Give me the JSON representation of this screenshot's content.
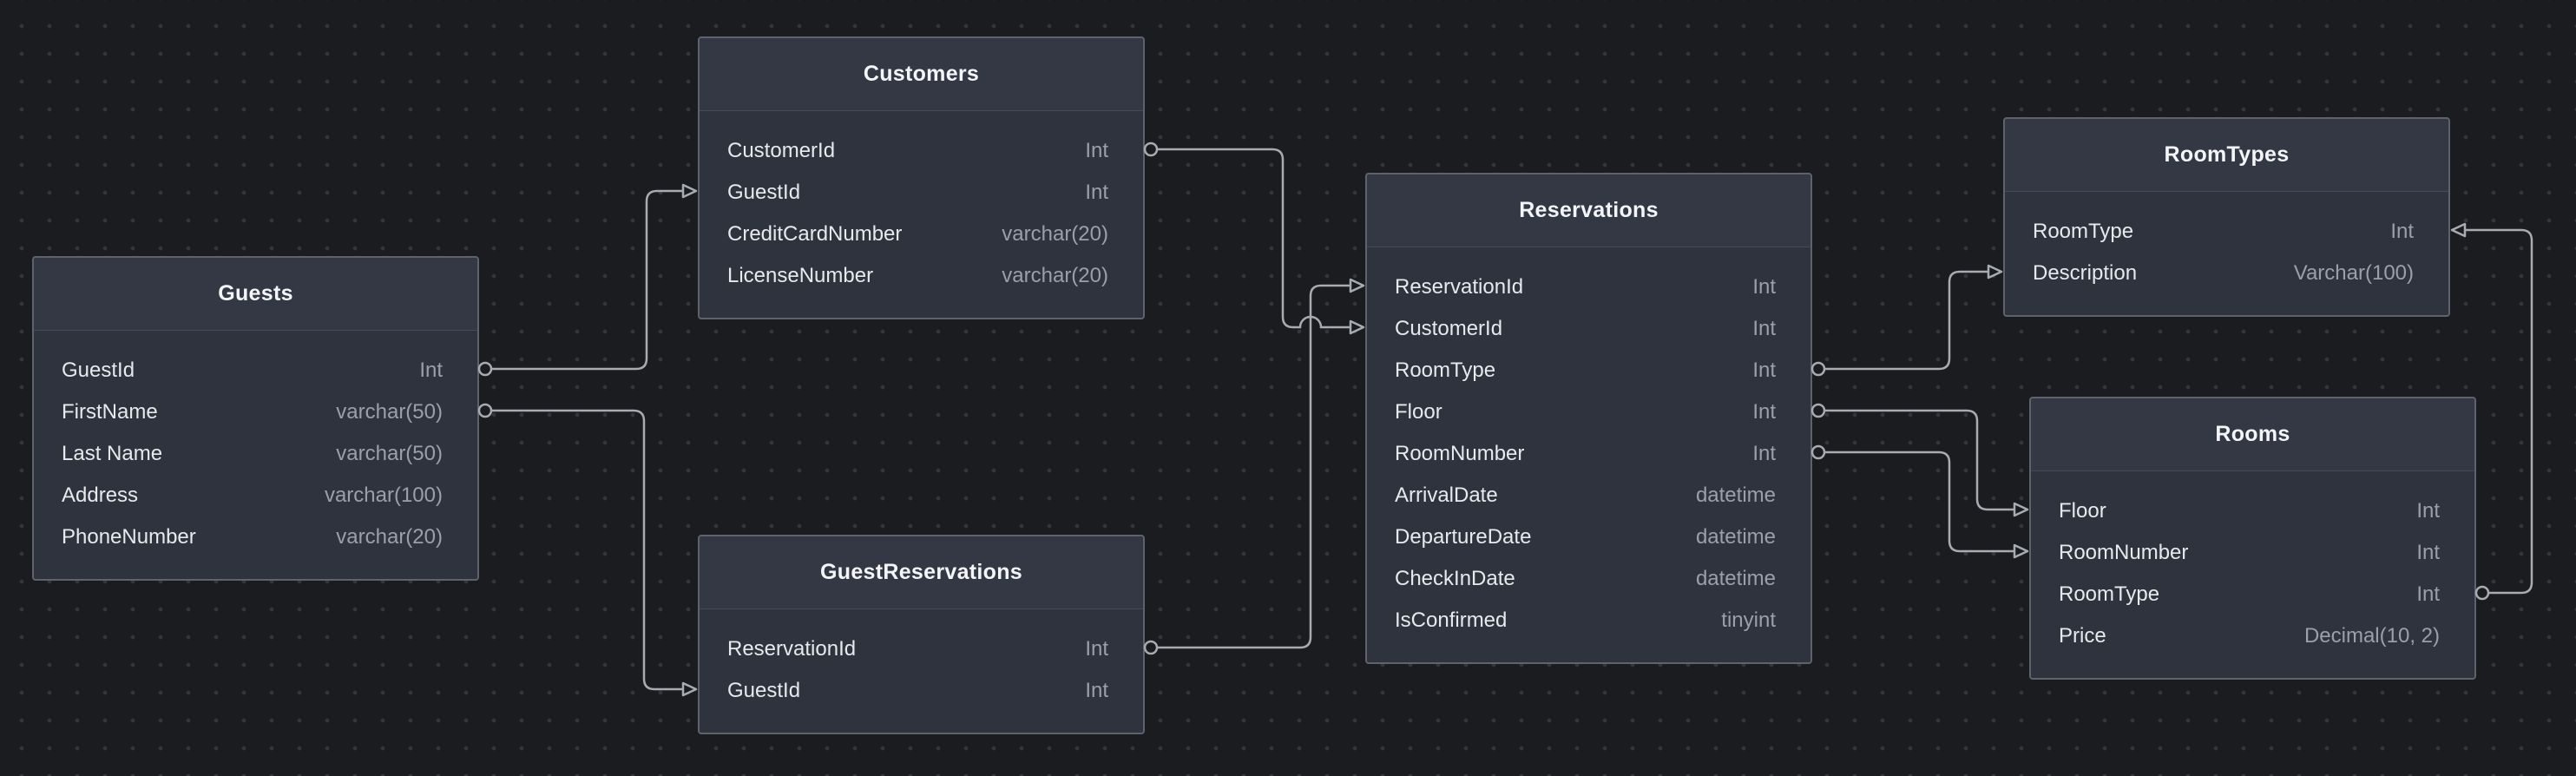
{
  "canvas": {
    "background_color": "#1b1c20",
    "dot_grid_color": "#35373d",
    "wire_color": "#a8abb0",
    "table_body_color": "#2f333d",
    "table_header_color": "#343845",
    "table_border_color": "#5d626b",
    "title_text_color": "#f4f5f7",
    "field_text_color": "#e7e9ec",
    "type_text_color": "#9aa0a9"
  },
  "tables": [
    {
      "name": "Guests",
      "fields": [
        {
          "name": "GuestId",
          "type": "Int"
        },
        {
          "name": "FirstName",
          "type": "varchar(50)"
        },
        {
          "name": "Last Name",
          "type": "varchar(50)"
        },
        {
          "name": "Address",
          "type": "varchar(100)"
        },
        {
          "name": "PhoneNumber",
          "type": "varchar(20)"
        }
      ]
    },
    {
      "name": "Customers",
      "fields": [
        {
          "name": "CustomerId",
          "type": "Int"
        },
        {
          "name": "GuestId",
          "type": "Int"
        },
        {
          "name": "CreditCardNumber",
          "type": "varchar(20)"
        },
        {
          "name": "LicenseNumber",
          "type": "varchar(20)"
        }
      ]
    },
    {
      "name": "GuestReservations",
      "fields": [
        {
          "name": "ReservationId",
          "type": "Int"
        },
        {
          "name": "GuestId",
          "type": "Int"
        }
      ]
    },
    {
      "name": "Reservations",
      "fields": [
        {
          "name": "ReservationId",
          "type": "Int"
        },
        {
          "name": "CustomerId",
          "type": "Int"
        },
        {
          "name": "RoomType",
          "type": "Int"
        },
        {
          "name": "Floor",
          "type": "Int"
        },
        {
          "name": "RoomNumber",
          "type": "Int"
        },
        {
          "name": "ArrivalDate",
          "type": "datetime"
        },
        {
          "name": "DepartureDate",
          "type": "datetime"
        },
        {
          "name": "CheckInDate",
          "type": "datetime"
        },
        {
          "name": "IsConfirmed",
          "type": "tinyint"
        }
      ]
    },
    {
      "name": "RoomTypes",
      "fields": [
        {
          "name": "RoomType",
          "type": "Int"
        },
        {
          "name": "Description",
          "type": "Varchar(100)"
        }
      ]
    },
    {
      "name": "Rooms",
      "fields": [
        {
          "name": "Floor",
          "type": "Int"
        },
        {
          "name": "RoomNumber",
          "type": "Int"
        },
        {
          "name": "RoomType",
          "type": "Int"
        },
        {
          "name": "Price",
          "type": "Decimal(10, 2)"
        }
      ]
    }
  ],
  "relationships": [
    {
      "from": "Guests.GuestId",
      "to": "Customers.GuestId"
    },
    {
      "from": "Guests.FirstName",
      "to": "GuestReservations.GuestId"
    },
    {
      "from": "Customers.CustomerId",
      "to": "Reservations.CustomerId"
    },
    {
      "from": "GuestReservations.ReservationId",
      "to": "Reservations.ReservationId"
    },
    {
      "from": "Reservations.RoomType",
      "to": "RoomTypes.Description"
    },
    {
      "from": "Reservations.Floor",
      "to": "Rooms.Floor"
    },
    {
      "from": "Reservations.RoomNumber",
      "to": "Rooms.RoomNumber"
    },
    {
      "from": "Rooms.RoomType",
      "to": "RoomTypes.RoomType"
    }
  ]
}
